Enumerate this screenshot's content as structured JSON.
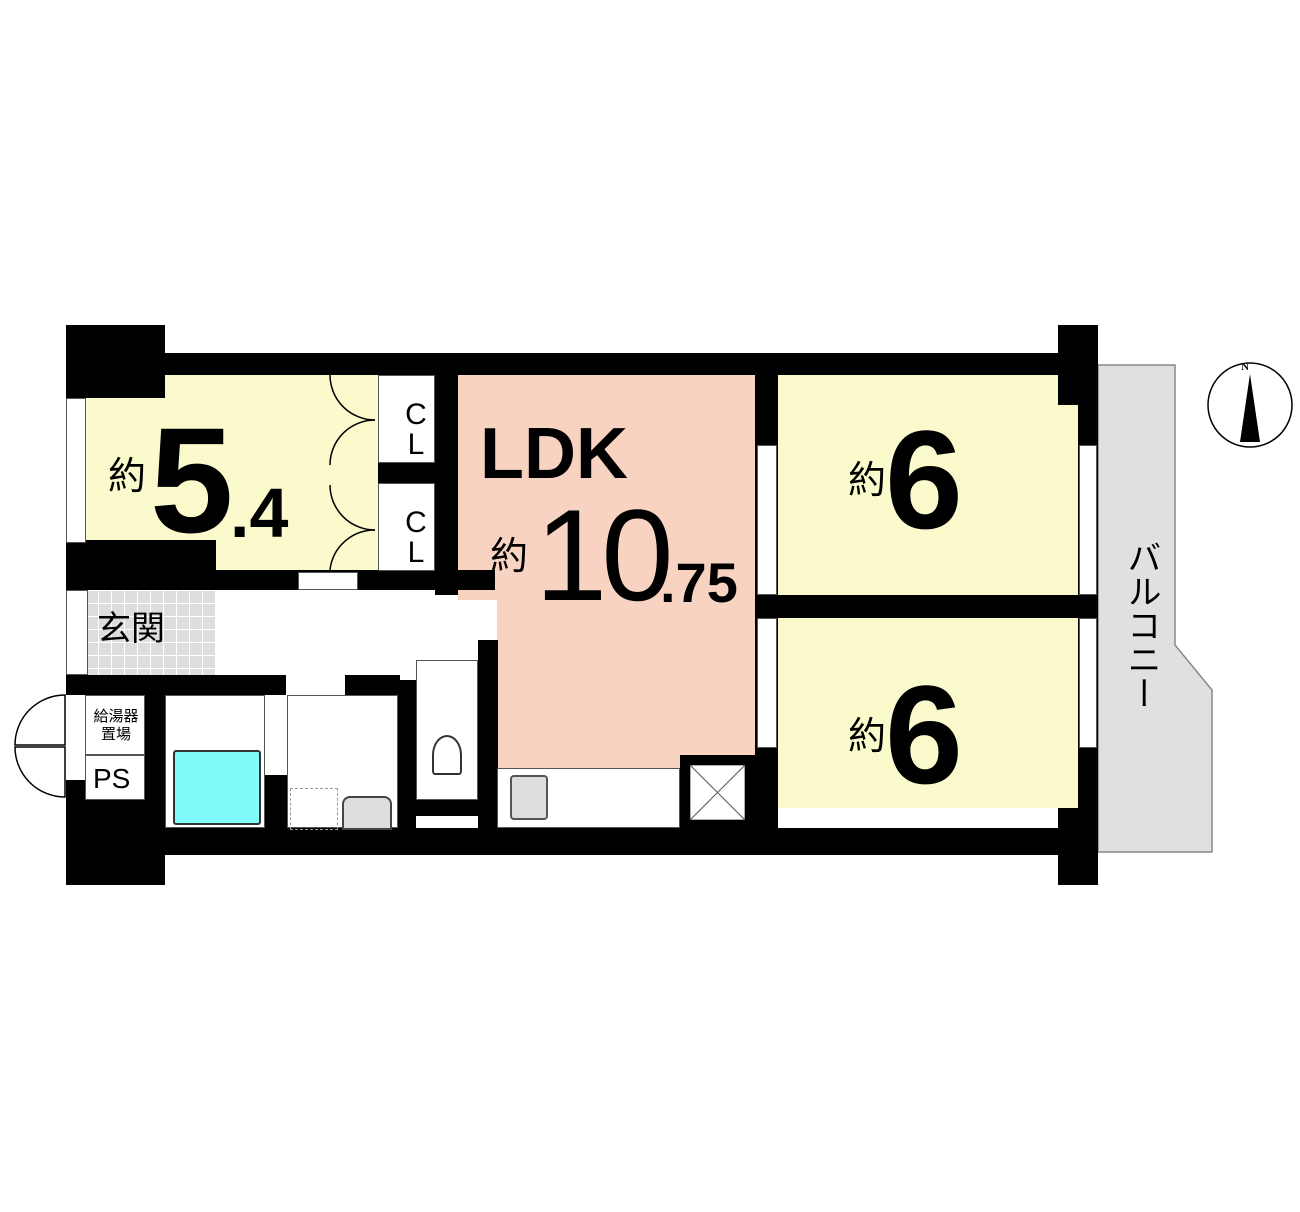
{
  "rooms": {
    "western1": {
      "prefix": "約",
      "size_int": "5",
      "size_dec": ".4"
    },
    "ldk": {
      "name": "LDK",
      "prefix": "約",
      "size_int": "10",
      "size_dec": ".75"
    },
    "western2": {
      "prefix": "約",
      "size": "6"
    },
    "western3": {
      "prefix": "約",
      "size": "6"
    },
    "closet1": "CL",
    "closet2": "CL",
    "entrance": "玄関",
    "water_heater": "給湯器置場",
    "ps": "PS",
    "balcony": "バルコニー"
  },
  "compass": {
    "label": "N"
  },
  "colors": {
    "western": "#fafacc",
    "ldk": "#f9d3c2",
    "balcony": "#e0e0e0",
    "bathtub": "#80fafa",
    "wall": "#000000"
  }
}
